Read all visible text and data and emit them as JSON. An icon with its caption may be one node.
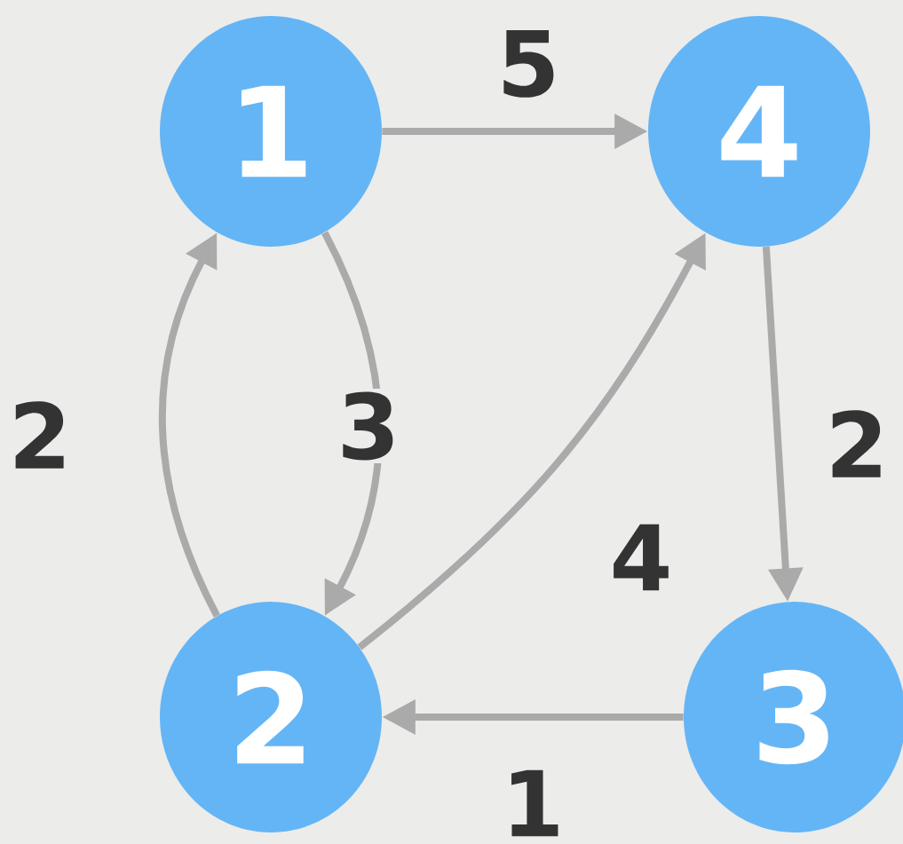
{
  "diagram": {
    "nodes": [
      {
        "text": [
          "1"
        ]
      },
      {
        "text": [
          "4"
        ]
      },
      {
        "text": [
          "2"
        ]
      },
      {
        "text": [
          "3"
        ]
      }
    ],
    "edges": [
      {
        "from": 0,
        "to": 1,
        "arrow": "to",
        "label": "5"
      },
      {
        "from": 0,
        "to": 2,
        "arrow": "to",
        "label": "3"
      },
      {
        "from": 2,
        "to": 0,
        "arrow": "to",
        "label": "2"
      },
      {
        "from": 2,
        "to": 1,
        "arrow": "to",
        "label": "4"
      },
      {
        "from": 1,
        "to": 3,
        "arrow": "to",
        "label": "2"
      },
      {
        "from": 3,
        "to": 2,
        "arrow": "to",
        "label": "1"
      }
    ]
  }
}
